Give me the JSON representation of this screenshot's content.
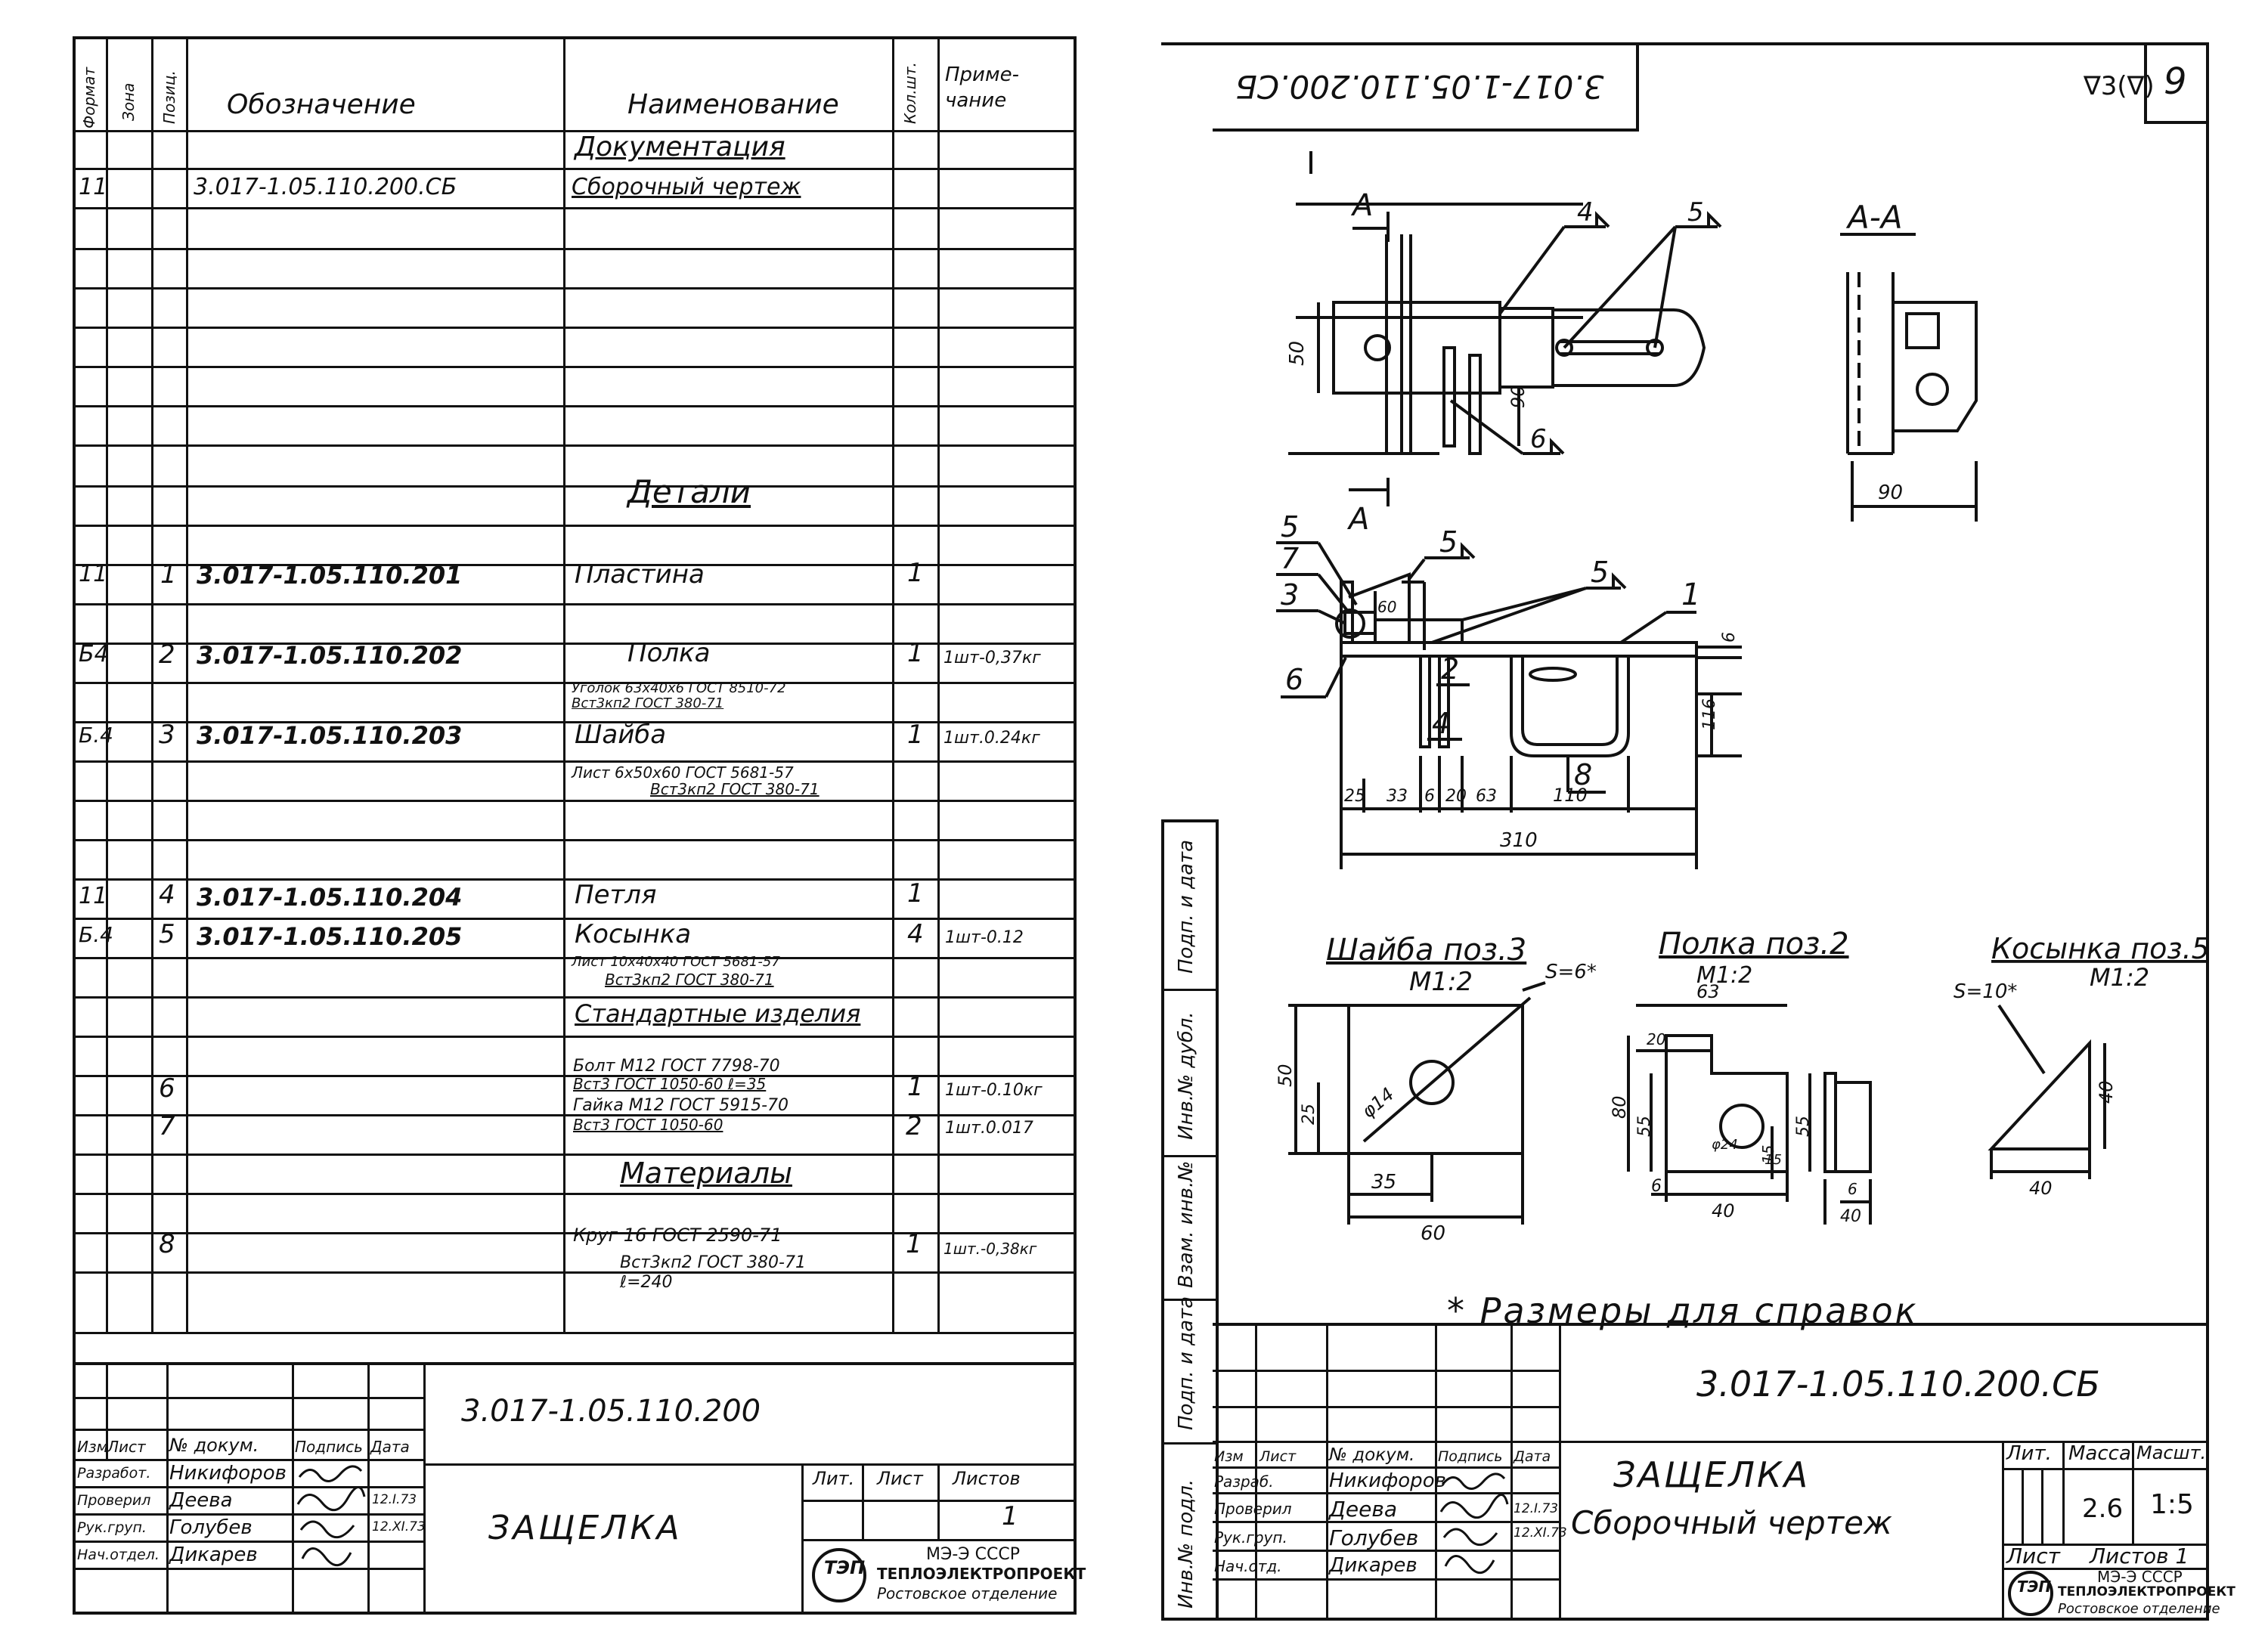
{
  "spec": {
    "headers": {
      "format": "Формат",
      "zone": "Зона",
      "pos": "Позиц.",
      "designation": "Обозначение",
      "name": "Наименование",
      "qty": "Кол.шт.",
      "note": "Приме-\nчание"
    },
    "sections": {
      "documentation": "Документация",
      "details": "Детали",
      "standard": "Стандартные изделия",
      "materials": "Материалы"
    },
    "rows": [
      {
        "format": "11",
        "pos": "",
        "designation": "3.017-1.05.110.200.СБ",
        "name": "Сборочный чертеж",
        "qty": "",
        "note": ""
      },
      {
        "format": "11",
        "pos": "1",
        "designation": "3.017-1.05.110.201",
        "name": "Пластина",
        "qty": "1",
        "note": ""
      },
      {
        "format": "Б4",
        "pos": "2",
        "designation": "3.017-1.05.110.202",
        "name": "Полка",
        "qty": "1",
        "note": "1шт-0,37кг"
      },
      {
        "format": "Б.4",
        "pos": "3",
        "designation": "3.017-1.05.110.203",
        "name": "Шайба",
        "qty": "1",
        "note": "1шт.0.24кг"
      },
      {
        "format": "11",
        "pos": "4",
        "designation": "3.017-1.05.110.204",
        "name": "Петля",
        "qty": "1",
        "note": ""
      },
      {
        "format": "Б.4",
        "pos": "5",
        "designation": "3.017-1.05.110.205",
        "name": "Косынка",
        "qty": "4",
        "note": "1шт-0.12"
      },
      {
        "format": "",
        "pos": "6",
        "designation": "",
        "name": "Болт М12 ГОСТ 7798-70",
        "qty": "1",
        "note": "1шт-0.10кг"
      },
      {
        "format": "",
        "pos": "7",
        "designation": "",
        "name": "Гайка М12 ГОСТ 5915-70",
        "qty": "2",
        "note": "1шт.0.017"
      },
      {
        "format": "",
        "pos": "8",
        "designation": "",
        "name": "Круг 16 ГОСТ 2590-71",
        "qty": "1",
        "note": "1шт.-0,38кг"
      }
    ],
    "sub": {
      "polka1": "Уголок 63х40х6 ГОСТ 8510-72",
      "polka2": "Вст3кп2 ГОСТ 380-71",
      "shaiba1": "Лист 6х50х60 ГОСТ 5681-57",
      "shaiba2": "Вст3кп2 ГОСТ 380-71",
      "kos1": "Лист 10х40х40 ГОСТ 5681-57",
      "kos2": "Вст3кп2 ГОСТ 380-71",
      "bolt2": "Вст3 ГОСТ 1050-60 ℓ=35",
      "gaika2": "Вст3 ГОСТ 1050-60",
      "krug2": "Вст3кп2 ГОСТ 380-71",
      "krug3": "ℓ=240"
    },
    "stamp": {
      "code": "3.017-1.05.110.200",
      "title": "ЗАЩЕЛКА",
      "lit": "Лит.",
      "list": "Лист",
      "listov": "Листов",
      "listov_val": "1",
      "cols": [
        "Изм",
        "Лист",
        "№ докум.",
        "Подпись",
        "Дата"
      ],
      "roles": [
        "Разработ.",
        "Проверил",
        "Рук.груп.",
        "Нач.отдел."
      ],
      "names": [
        "Никифоров",
        "Деева",
        "Голубев",
        "Дикарев"
      ],
      "date1": "12.I.73",
      "date2": "12.XI.73",
      "org1": "МЭ-Э СССР",
      "org2": "ТЕПЛОЭЛЕКТРОПРОЕКТ",
      "org3": "Ростовское отделение",
      "logo": "ТЭП"
    }
  },
  "drawing": {
    "code_top": "3.017-1.05.110.200.СБ",
    "roughness": "∇3(∇)",
    "sheet_no": "9",
    "section_a": "А",
    "section_aa": "А-А",
    "view1_dims": {
      "d50": "50",
      "d90": "90",
      "d90b": "90"
    },
    "weld4": "4",
    "weld5": "5",
    "weld6": "6",
    "pos_labels": [
      "5",
      "7",
      "3",
      "6",
      "2",
      "4",
      "1",
      "8",
      "5",
      "5"
    ],
    "dims_main": {
      "d25": "25",
      "d33": "33",
      "d6": "6",
      "d20": "20",
      "d63": "63",
      "d110": "110",
      "d310": "310",
      "d116": "116",
      "d6b": "6",
      "d60": "60"
    },
    "shaiba": {
      "title": "Шайба поз.3",
      "scale": "М1:2",
      "s": "S=6*",
      "d50": "50",
      "d25": "25",
      "d14": "φ14",
      "d35": "35",
      "d60": "60"
    },
    "polka": {
      "title": "Полка поз.2",
      "scale": "М1:2",
      "d63": "63",
      "d20": "20",
      "d80": "80",
      "d55": "55",
      "d55b": "55",
      "d15": "15",
      "d15b": "15",
      "d6": "6",
      "d40": "40",
      "d6b": "6",
      "d40b": "40",
      "d24": "φ24"
    },
    "kosynka": {
      "title": "Косынка поз.5",
      "scale": "М1:2",
      "s": "S=10*",
      "d40": "40",
      "d40b": "40"
    },
    "footnote": "*  Размеры для справок",
    "side_labels": [
      "Инв.№ подл.",
      "Подп. и дата",
      "Взам. инв.№",
      "Инв.№ дубл.",
      "Подп. и дата"
    ],
    "stamp": {
      "code": "3.017-1.05.110.200.СБ",
      "title": "ЗАЩЕЛКА",
      "subtitle": "Сборочный чертеж",
      "lit": "Лит.",
      "massa": "Масса",
      "masht": "Масшт.",
      "massa_val": "2.6",
      "masht_val": "1:5",
      "list": "Лист",
      "listov": "Листов 1",
      "cols": [
        "Изм",
        "Лист",
        "№ докум.",
        "Подпись",
        "Дата"
      ],
      "roles": [
        "Разраб.",
        "Проверил",
        "Рук.груп.",
        "Нач.отд."
      ],
      "names": [
        "Никифоров",
        "Деева",
        "Голубев",
        "Дикарев"
      ],
      "date1": "12.I.73",
      "date2": "12.XI.73",
      "org1": "МЭ-Э СССР",
      "org2": "ТЕПЛОЭЛЕКТРОПРОЕКТ",
      "org3": "Ростовское отделение",
      "logo": "ТЭП"
    }
  }
}
